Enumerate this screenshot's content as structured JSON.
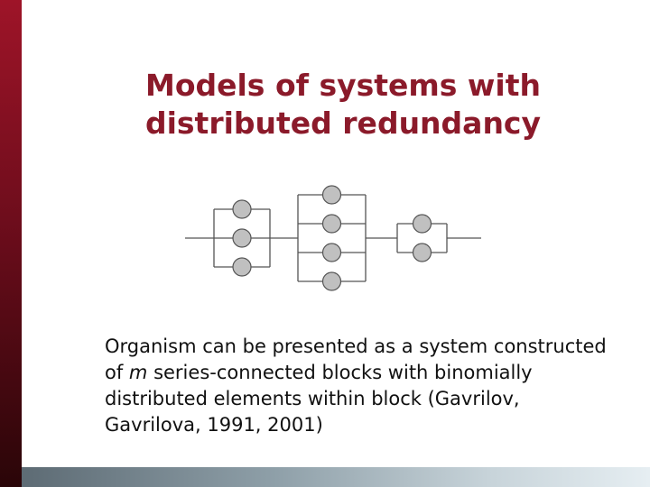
{
  "slide": {
    "title_line1": "Models of systems with",
    "title_line2": "distributed redundancy",
    "body": {
      "part1": "Organism can be presented as a system constructed of ",
      "variable": "m",
      "part2": " series-connected blocks with binomially distributed elements within block (Gavrilov, Gavrilova, 1991, 2001)"
    }
  },
  "diagram": {
    "type": "series-parallel-reliability-model",
    "blocks": [
      {
        "name": "block-1",
        "elements": 3
      },
      {
        "name": "block-2",
        "elements": 4
      },
      {
        "name": "block-3",
        "elements": 2
      }
    ],
    "colors": {
      "element_fill": "#c0c0c0",
      "element_stroke": "#555555",
      "wire": "#555555"
    }
  },
  "colors": {
    "title": "#8b1a2a",
    "accent_bar": "#8b1a2a",
    "bottom_bar": "#8e9fa8"
  }
}
